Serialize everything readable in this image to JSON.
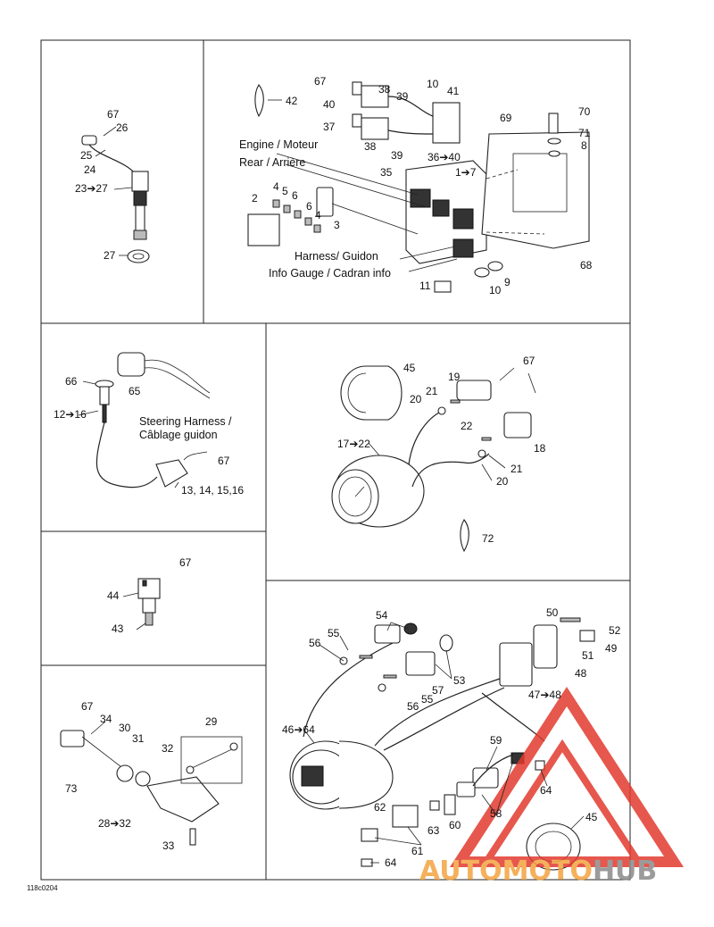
{
  "diagram": {
    "doc_ref": "118c0204",
    "notes": {
      "engine": "Engine / Moteur",
      "rear": "Rear / Arrière",
      "harness": "Harness/ Guidon",
      "info_gauge": "Info Gauge / Cadran info",
      "steering_1": "Steering Harness /",
      "steering_2": "Câblage guidon"
    },
    "labels": {
      "p67a": "67",
      "p40": "40",
      "p38a": "38",
      "p39a": "39",
      "p10a": "10",
      "p41": "41",
      "p42": "42",
      "p37": "37",
      "p38b": "38",
      "p39b": "39",
      "p36": "36➔40",
      "p69": "69",
      "p70": "70",
      "p71": "71",
      "p8": "8",
      "p35": "35",
      "p1": "1➔7",
      "p4a": "4",
      "p5": "5",
      "p6a": "6",
      "p6b": "6",
      "p4b": "4",
      "p2": "2",
      "p3": "3",
      "p9": "9",
      "p10b": "10",
      "p11": "11",
      "p68": "68",
      "p67b": "67",
      "p26": "26",
      "p25": "25",
      "p24": "24",
      "p23": "23➔27",
      "p27": "27",
      "p66": "66",
      "p65": "65",
      "p12": "12➔16",
      "p67c": "67",
      "p13": "13, 14, 15,16",
      "p45a": "45",
      "p19": "19",
      "p67d": "67",
      "p20a": "20",
      "p21a": "21",
      "p22": "22",
      "p18": "18",
      "p17": "17➔22",
      "p21b": "21",
      "p20b": "20",
      "p72": "72",
      "p67e": "67",
      "p44": "44",
      "p43": "43",
      "p67f": "67",
      "p34": "34",
      "p30": "30",
      "p31": "31",
      "p32": "32",
      "p29": "29",
      "p73": "73",
      "p28": "28➔32",
      "p33": "33",
      "p54": "54",
      "p55a": "55",
      "p56a": "56",
      "p50": "50",
      "p52": "52",
      "p51": "51",
      "p49": "49",
      "p48": "48",
      "p53": "53",
      "p57": "57",
      "p56b": "56",
      "p55b": "55",
      "p47": "47➔48",
      "p46": "46➔64",
      "p59": "59",
      "p64a": "64",
      "p58": "58",
      "p62": "62",
      "p63": "63",
      "p60": "60",
      "p61": "61",
      "p45b": "45",
      "p64b": "64"
    }
  },
  "watermark": {
    "part1": "AUTO",
    "part2": "MOTO",
    "part3": "HUB",
    "color_red": "#e23a2e",
    "color_orange": "#f4a340",
    "color_grey": "#8a8a8a"
  }
}
